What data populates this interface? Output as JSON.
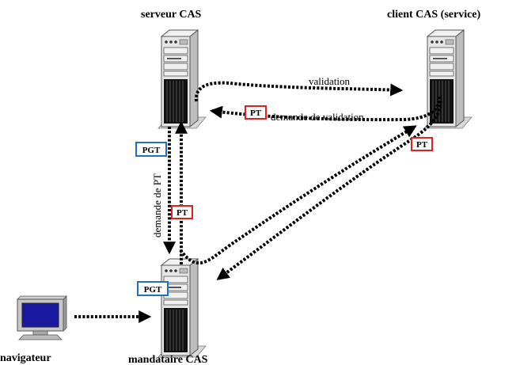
{
  "nodes": {
    "cas_server": "serveur CAS",
    "cas_client": "client CAS (service)",
    "cas_proxy": "mandataire CAS",
    "browser": "navigateur"
  },
  "edges": {
    "validation": "validation",
    "validation_request": "demande de validation",
    "pt_request": "demande de PT"
  },
  "tickets": {
    "pgt": "PGT",
    "pt": "PT"
  },
  "colors": {
    "pgt_border": "#1f6fc2",
    "pt_border": "#e02020",
    "flow": "#000000",
    "monitor_screen": "#1a1aa0"
  },
  "icons": {
    "server": "server-tower-icon",
    "computer": "desktop-monitor-icon"
  }
}
